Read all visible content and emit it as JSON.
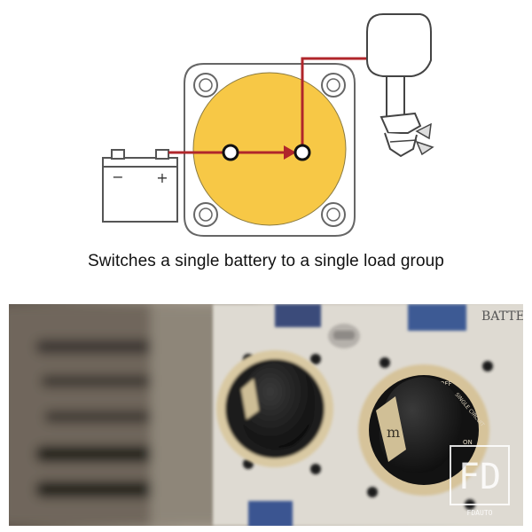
{
  "diagram": {
    "caption": "Switches a single battery to a single load group",
    "battery_symbols": {
      "negative": "−",
      "positive": "+"
    },
    "colors": {
      "switch_face": "#F7C846",
      "wire": "#B0262B",
      "outline": "#555555"
    },
    "icons": [
      "battery-icon",
      "outboard-motor-icon",
      "battery-switch-icon",
      "wire-arrow-icon"
    ]
  },
  "photo": {
    "panel_label": "BATTE",
    "knob_positions": {
      "off": "OFF",
      "single_circuit": "SINGLE CIRCUIT",
      "on": "ON"
    },
    "watermark": {
      "logo": "FD",
      "sub": "FDAUTO"
    }
  }
}
